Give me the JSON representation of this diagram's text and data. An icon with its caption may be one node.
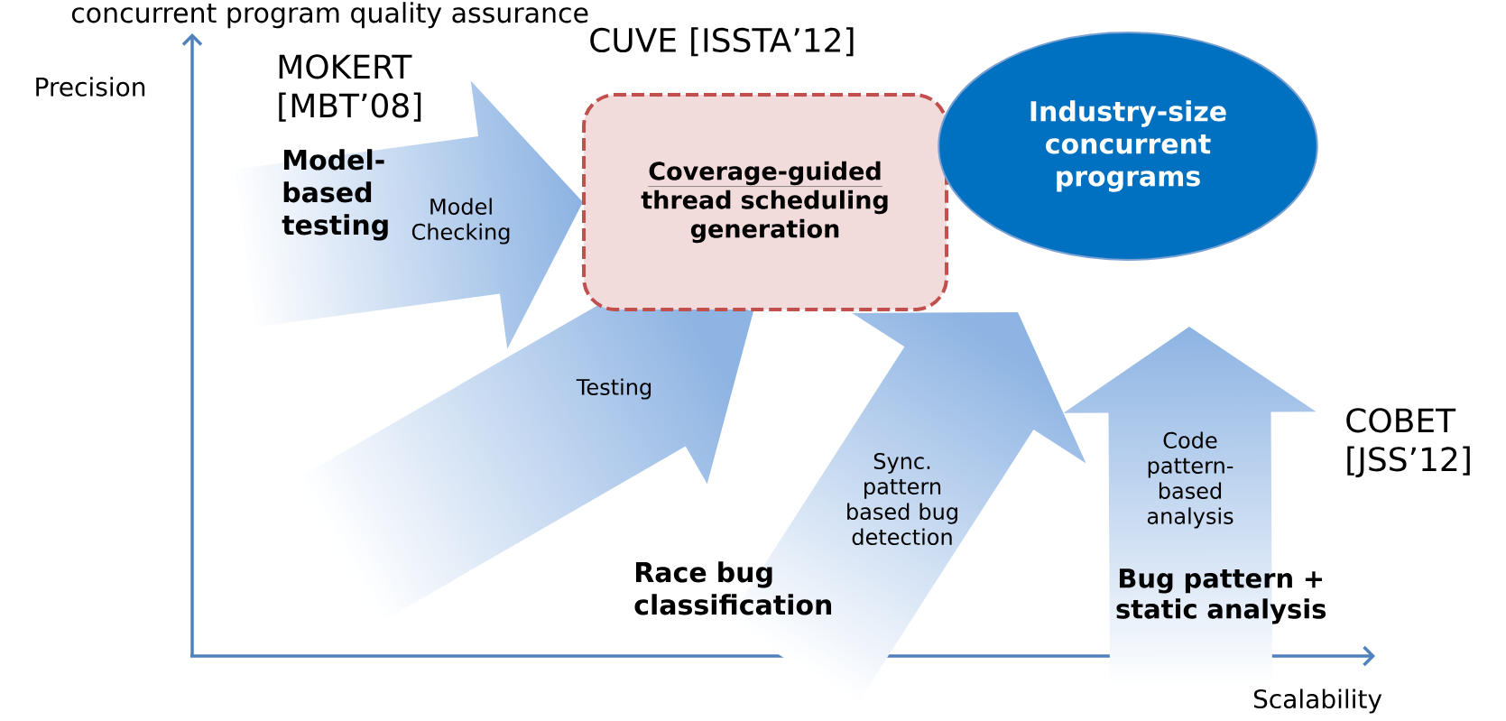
{
  "diagram": {
    "title": "concurrent program quality assurance",
    "nodes": [
      {
        "text": [
          "Model Checking"
        ],
        "beside": [
          "MOKERT [MBT’08]",
          "Model-based testing"
        ]
      },
      {
        "text": [
          "Testing"
        ]
      },
      {
        "text": [
          "Sync. pattern based bug detection"
        ],
        "beside": [
          "Race bug classification"
        ]
      },
      {
        "text": [
          "Code pattern-based analysis"
        ],
        "beside": [
          "Bug pattern + static analysis",
          "COBET [JSS’12]"
        ]
      },
      {
        "text": [
          "Coverage-guided",
          "thread scheduling generation"
        ],
        "beside": [
          "CUVE [ISSTA’12]"
        ]
      },
      {
        "text": [
          "Industry-size concurrent programs"
        ]
      }
    ],
    "labels": [
      "Precision",
      "Scalability"
    ]
  }
}
